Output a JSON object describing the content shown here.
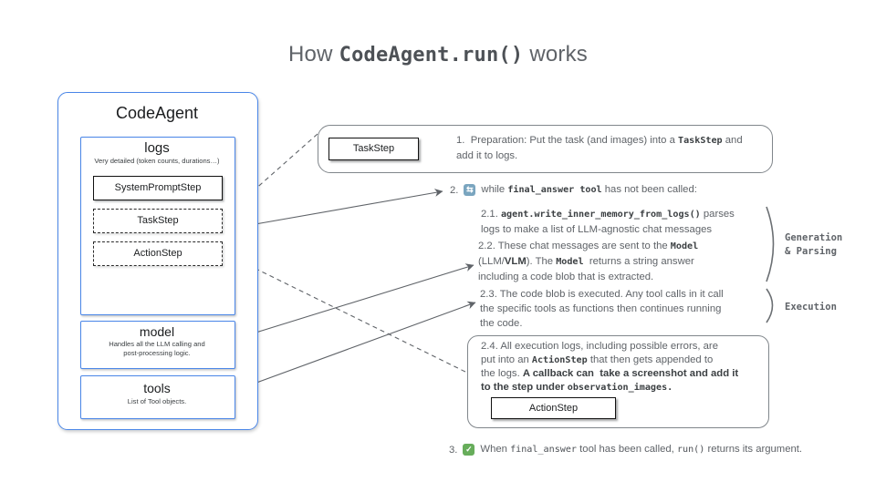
{
  "title": {
    "prefix": "How",
    "code": "CodeAgent.run()",
    "suffix": "works"
  },
  "agent": {
    "title": "CodeAgent",
    "logs": {
      "title": "logs",
      "subtitle": "Very detailed (token counts, durations…)",
      "steps": [
        {
          "label": "SystemPromptStep",
          "border": "solid"
        },
        {
          "label": "TaskStep",
          "border": "dashed"
        },
        {
          "label": "ActionStep",
          "border": "dashed"
        }
      ]
    },
    "model": {
      "title": "model",
      "subtitle": [
        {
          "t": "Handles all the LLM calling and"
        },
        {
          "s": "br"
        },
        {
          "t": "post-processing logic."
        }
      ]
    },
    "tools": {
      "title": "tools",
      "subtitle": "List of Tool objects."
    }
  },
  "flow": {
    "step1": {
      "box_label": "TaskStep",
      "text": [
        {
          "t": "1.  Preparation: Put the task (and images) into a "
        },
        {
          "t": "TaskStep",
          "s": "code"
        },
        {
          "t": " and"
        },
        {
          "s": "br"
        },
        {
          "t": "add it to logs."
        }
      ]
    },
    "step2": {
      "number": "2.",
      "text": [
        {
          "t": "while "
        },
        {
          "t": "final_answer tool",
          "s": "code"
        },
        {
          "t": " has not been called:"
        }
      ]
    },
    "step21": {
      "text": [
        {
          "t": "2.1. "
        },
        {
          "t": "agent.write_inner_memory_from_logs()",
          "s": "code"
        },
        {
          "t": " parses"
        },
        {
          "s": "br"
        },
        {
          "t": "logs to make a list of LLM-agnostic chat messages"
        }
      ]
    },
    "step22": {
      "text": [
        {
          "t": "2.2. These chat messages are sent to the "
        },
        {
          "t": "Model",
          "s": "code"
        },
        {
          "s": "br"
        },
        {
          "t": "(LLM/"
        },
        {
          "t": "VLM",
          "s": "bold"
        },
        {
          "t": "). The "
        },
        {
          "t": "Model",
          "s": "code"
        },
        {
          "t": "  returns a string answer"
        },
        {
          "s": "br"
        },
        {
          "t": "including a code blob that is extracted."
        }
      ]
    },
    "step23": {
      "text": [
        {
          "t": "2.3. The code blob is executed. Any tool calls in it call"
        },
        {
          "s": "br"
        },
        {
          "t": "the specific tools as functions then continues running"
        },
        {
          "s": "br"
        },
        {
          "t": "the code."
        }
      ]
    },
    "step24": {
      "box_label": "ActionStep",
      "text": [
        {
          "t": "2.4. All execution logs, including possible errors, are"
        },
        {
          "s": "br"
        },
        {
          "t": "put into an "
        },
        {
          "t": "ActionStep",
          "s": "code"
        },
        {
          "t": " that then gets appended to"
        },
        {
          "s": "br"
        },
        {
          "t": "the logs. "
        },
        {
          "t": "A callback can  take a screenshot and add it",
          "s": "bold"
        },
        {
          "s": "br"
        },
        {
          "t": "to the step under ",
          "s": "bold"
        },
        {
          "t": "observation_images.",
          "s": "code"
        }
      ]
    },
    "step3": {
      "number": "3.",
      "text": [
        {
          "t": "When "
        },
        {
          "t": "final_answer",
          "s": "codelight"
        },
        {
          "t": " tool has been called, "
        },
        {
          "t": "run()",
          "s": "codelight"
        },
        {
          "t": " returns its argument."
        }
      ]
    }
  },
  "side_labels": {
    "generation": [
      {
        "t": "Generation"
      },
      {
        "s": "br"
      },
      {
        "t": "& Parsing"
      }
    ],
    "execution": [
      {
        "t": "Execution"
      }
    ]
  },
  "icons": {
    "repeat_glyph": "⇆",
    "check_glyph": "✓"
  },
  "colors": {
    "accent_blue": "#4a86e8",
    "arrow_gray": "#5f6368",
    "body_text_gray": "#5f6368",
    "code_text": "#3c4043",
    "repeat_icon_bg": "#7aa5bf",
    "check_icon_bg": "#67ad5b"
  }
}
